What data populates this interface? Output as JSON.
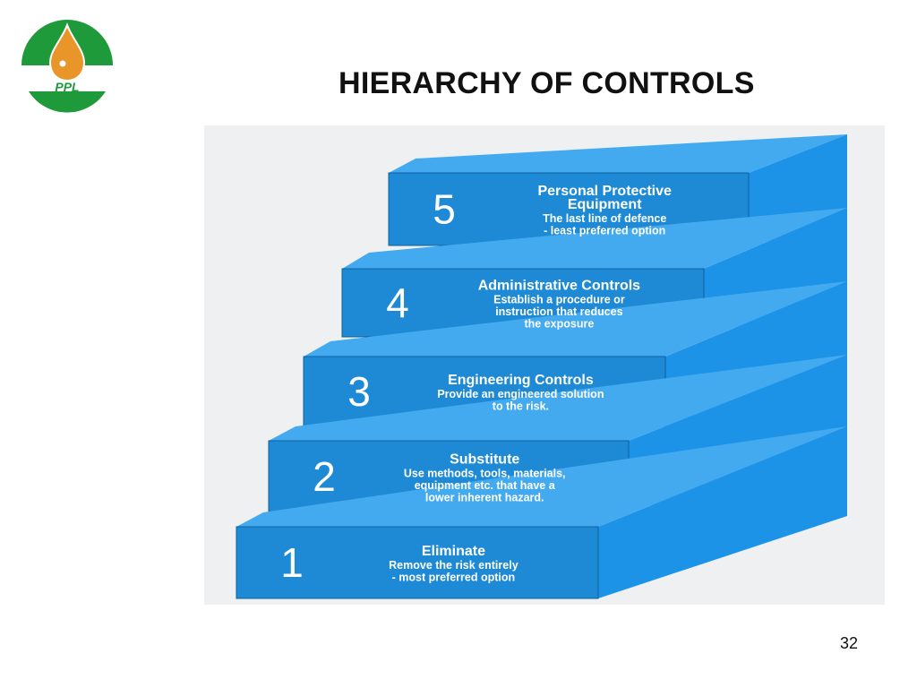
{
  "logo": {
    "text": "PPL",
    "colors": {
      "green": "#1f9a3a",
      "drop": "#e8952a"
    }
  },
  "title": "HIERARCHY OF CONTROLS",
  "page_number": "32",
  "colors": {
    "face": "#1e8ad6",
    "top": "#44aaf0",
    "side": "#1d93e8",
    "edge": "#0f5f9c"
  },
  "steps": [
    {
      "number": "1",
      "heading": "Eliminate",
      "lines": [
        "Remove the risk entirely",
        "- most preferred option"
      ]
    },
    {
      "number": "2",
      "heading": "Substitute",
      "lines": [
        "Use methods, tools, materials,",
        "equipment etc.  that have a",
        "lower inherent hazard."
      ]
    },
    {
      "number": "3",
      "heading": "Engineering Controls",
      "lines": [
        "Provide an engineered solution",
        "to the risk."
      ]
    },
    {
      "number": "4",
      "heading": "Administrative Controls",
      "lines": [
        "Establish a procedure or",
        "instruction that reduces",
        "the exposure"
      ]
    },
    {
      "number": "5",
      "heading": "Personal Protective",
      "heading2": "Equipment",
      "lines": [
        "The last line of defence",
        "- least preferred option"
      ]
    }
  ]
}
